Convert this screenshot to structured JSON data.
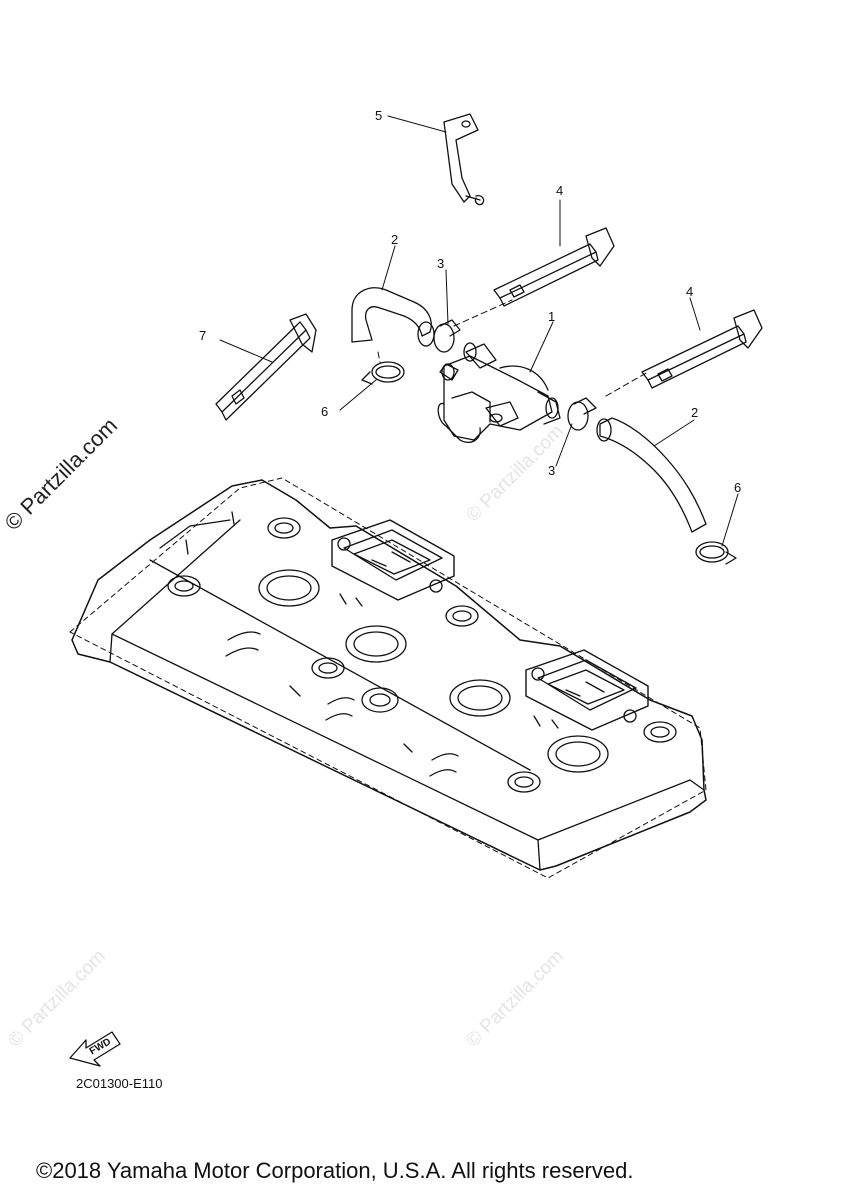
{
  "callouts": {
    "c1": "1",
    "c2a": "2",
    "c2b": "2",
    "c3a": "3",
    "c3b": "3",
    "c4a": "4",
    "c4b": "4",
    "c5": "5",
    "c6a": "6",
    "c6b": "6",
    "c7": "7"
  },
  "watermark": {
    "main": "© Partzilla.com",
    "faint": "© Partzilla.com"
  },
  "fwd_label": "FWD",
  "diagram_code": "2C01300-E110",
  "copyright": "©2018 Yamaha Motor Corporation, U.S.A. All rights reserved."
}
